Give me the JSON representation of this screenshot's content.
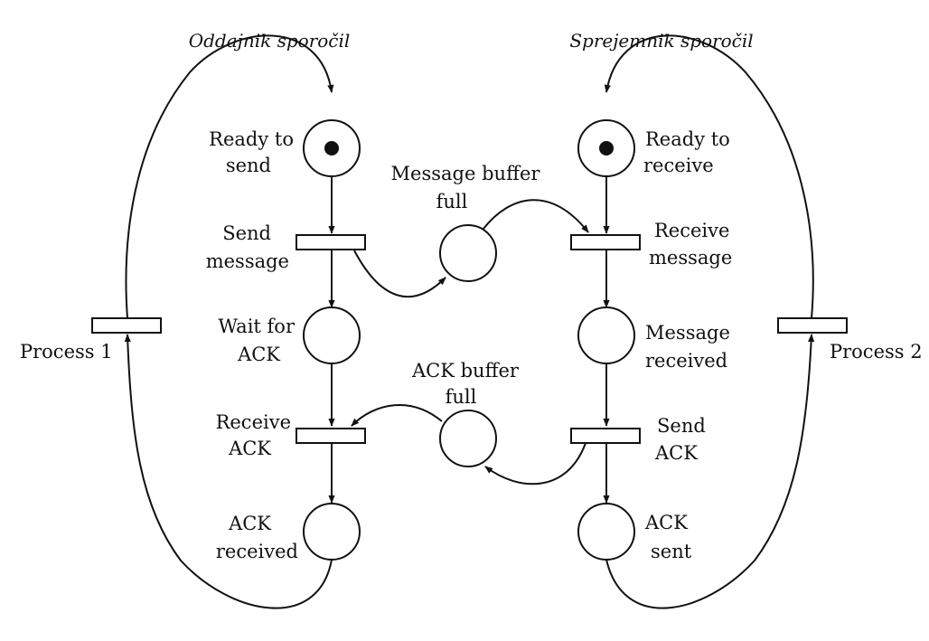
{
  "titles": {
    "sender": "Oddajnik sporočil",
    "receiver": "Sprejemnik sporočil"
  },
  "places": {
    "ready_to_send": [
      "Ready to",
      "send"
    ],
    "wait_for_ack": [
      "Wait for",
      "ACK"
    ],
    "ack_received": [
      "ACK",
      "received"
    ],
    "message_buffer_full": [
      "Message buffer",
      "full"
    ],
    "ack_buffer_full": [
      "ACK buffer",
      "full"
    ],
    "ready_to_receive": [
      "Ready to",
      "receive"
    ],
    "message_received": [
      "Message",
      "received"
    ],
    "ack_sent": [
      "ACK",
      "sent"
    ]
  },
  "transitions": {
    "send_message": [
      "Send",
      "message"
    ],
    "receive_ack": [
      "Receive",
      "ACK"
    ],
    "receive_message": [
      "Receive",
      "message"
    ],
    "send_ack": [
      "Send",
      "ACK"
    ],
    "process_1": "Process 1",
    "process_2": "Process 2"
  },
  "tokens": {
    "ready_to_send": 1,
    "ready_to_receive": 1
  }
}
